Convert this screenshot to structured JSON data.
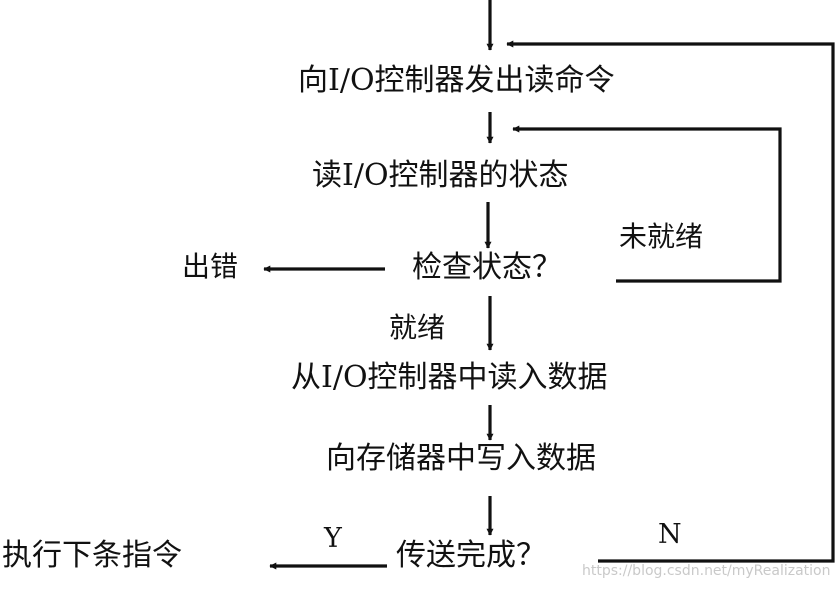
{
  "flowchart": {
    "steps": {
      "send_read_command": "向I/O控制器发出读命令",
      "read_status": "读I/O控制器的状态",
      "check_status": "检查状态？",
      "read_data": "从I/O控制器中读入数据",
      "write_memory": "向存储器中写入数据",
      "transfer_done": "传送完成？",
      "next_instruction": "执行下条指令",
      "error": "出错"
    },
    "edge_labels": {
      "ready": "就绪",
      "not_ready": "未就绪",
      "yes": "Y",
      "no": "N"
    }
  },
  "watermark": "https://blog.csdn.net/myRealization",
  "colors": {
    "line": "#111111",
    "text": "#111111",
    "watermark": "#c9c9c9",
    "background": "#ffffff"
  }
}
